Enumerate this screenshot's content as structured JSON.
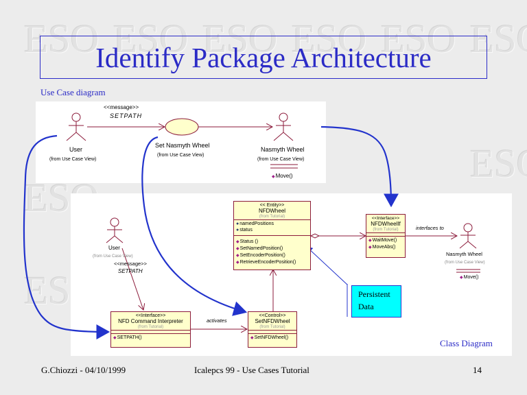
{
  "slide": {
    "title": "Identify Package Architecture",
    "use_case_section_label": "Use Case diagram",
    "class_diagram_label": "Class Diagram",
    "watermark_text": "ESO",
    "colors": {
      "title_blue": "#2b2bc6",
      "uml_line": "#8b1a3a",
      "class_fill": "#ffffcc",
      "note_fill": "#00ffff",
      "connector_blue": "#2233cc"
    }
  },
  "use_case_diagram": {
    "actors": [
      {
        "name": "User",
        "from": "(from Use Case View)"
      },
      {
        "name": "Nasmyth Wheel",
        "from": "(from Use Case View)",
        "operation": "Move()"
      }
    ],
    "use_case": {
      "name": "Set Nasmyth Wheel",
      "from": "(from Use Case View)"
    },
    "message": {
      "stereotype": "<<message>>",
      "name": "SETPATH"
    }
  },
  "class_diagram": {
    "actors": [
      {
        "name": "User",
        "from": "(from Use Case View)"
      },
      {
        "name": "Nasmyth Wheel",
        "from": "(from Use Case View)",
        "operation": "Move()"
      }
    ],
    "message": {
      "stereotype": "<<message>>",
      "name": "SETPATH"
    },
    "classes": {
      "nfdwheel": {
        "stereotype": "<< Entity>>",
        "name": "NFDWheel",
        "from": "(from Tutorial)",
        "attributes": [
          "namedPositions",
          "status"
        ],
        "operations": [
          "Status ()",
          "SetNamedPosition()",
          "SetEncoderPosition()",
          "RetrieveEncoderPosition()"
        ]
      },
      "nfdwheelif": {
        "stereotype": "<<Interface>>",
        "name": "NFDWheelIf",
        "from": "(from Tutorial)",
        "operations": [
          "WaitMove()",
          "MoveAbs()"
        ]
      },
      "interpreter": {
        "stereotype": "<<Interface>>",
        "name": "NFD Command Interpreter",
        "from": "(from Tutorial)",
        "operations": [
          "SETPATH()"
        ]
      },
      "setnfdwheel": {
        "stereotype": "<<Control>>",
        "name": "SetNFDWheel",
        "from": "(from Tutorial)",
        "operations": [
          "SetNFDWheel()"
        ]
      }
    },
    "relations": {
      "interfaces_to": "interfaces to",
      "activates": "activates"
    },
    "note": {
      "line1": "Persistent",
      "line2": "Data"
    }
  },
  "footer": {
    "author_date": "G.Chiozzi - 04/10/1999",
    "event": "Icalepcs 99 - Use Cases Tutorial",
    "page_number": "14"
  }
}
